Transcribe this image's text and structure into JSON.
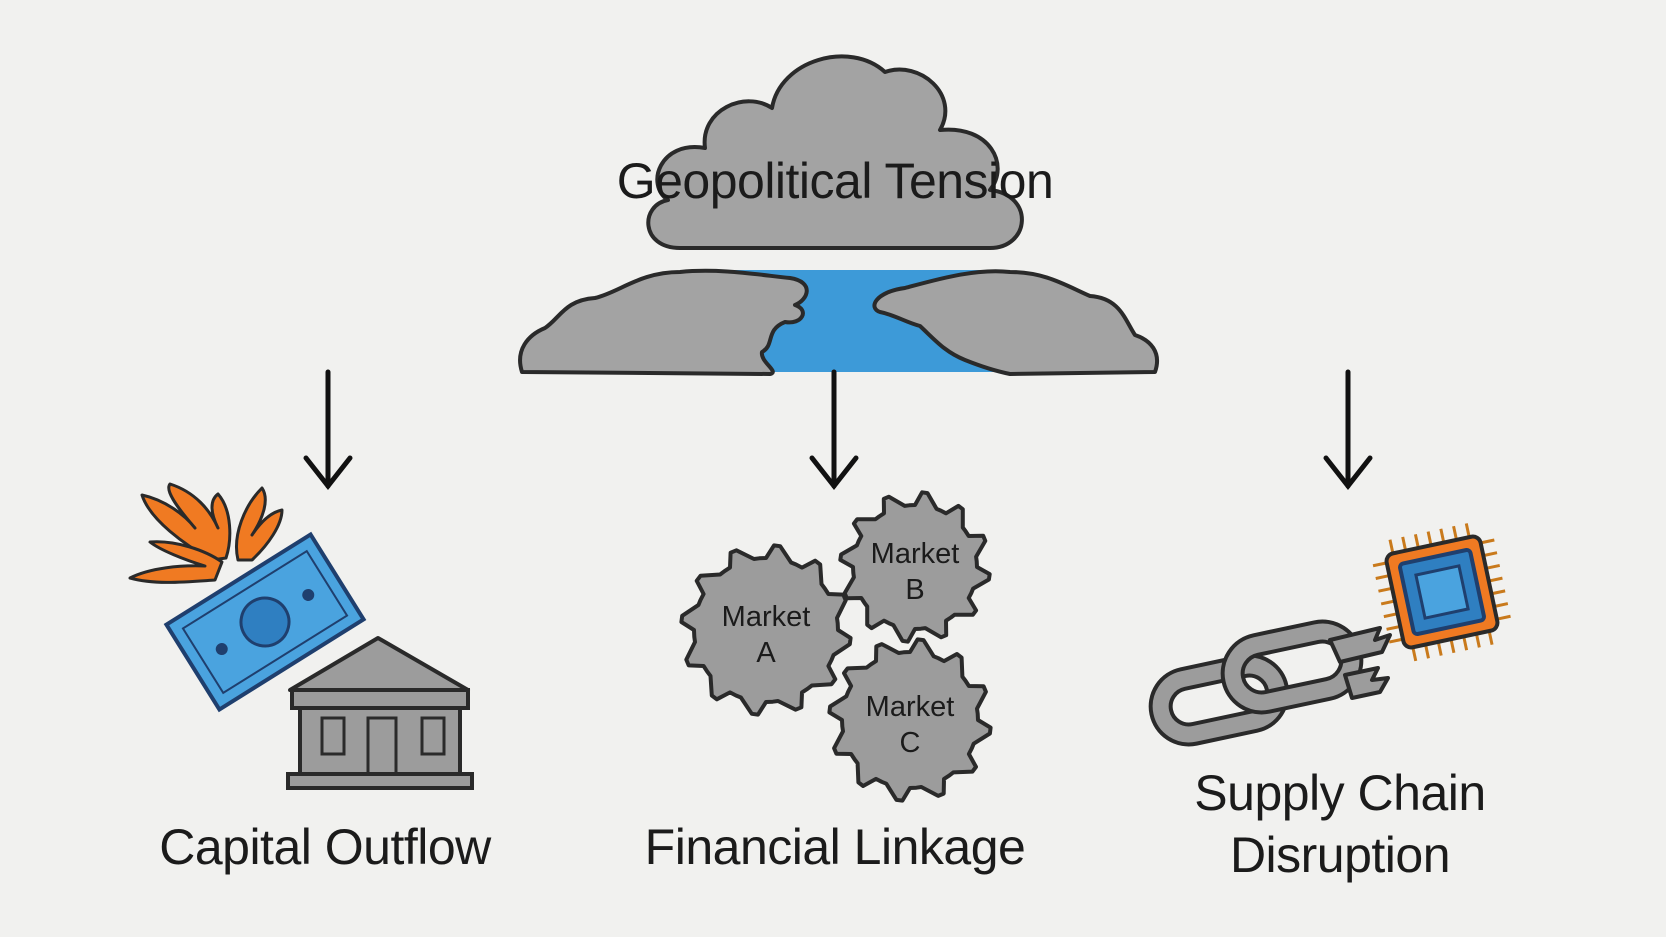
{
  "diagram": {
    "title": "Geopolitical Tension",
    "branches": [
      {
        "label": "Capital Outflow"
      },
      {
        "label": "Financial Linkage"
      },
      {
        "label": "Supply Chain Disruption"
      }
    ],
    "gears": [
      {
        "line1": "Market",
        "line2": "A"
      },
      {
        "line1": "Market",
        "line2": "B"
      },
      {
        "line1": "Market",
        "line2": "C"
      }
    ]
  },
  "colors": {
    "background": "#f1f1ef",
    "gray_fill": "#9c9c9c",
    "outline": "#2a2a2a",
    "water_blue": "#3d9ad8",
    "money_blue": "#4aa3df",
    "wing_orange": "#f07a22"
  }
}
